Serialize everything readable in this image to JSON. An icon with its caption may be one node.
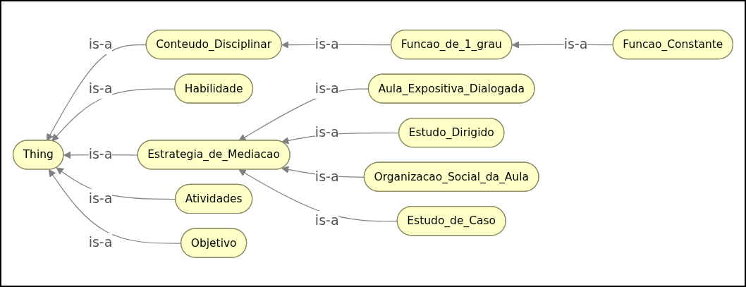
{
  "diagram": {
    "nodes": [
      {
        "text": [
          "Thing"
        ]
      },
      {
        "text": [
          "Conteudo_Disciplinar"
        ]
      },
      {
        "text": [
          "Habilidade"
        ]
      },
      {
        "text": [
          "Estrategia_de_Mediacao"
        ]
      },
      {
        "text": [
          "Atividades"
        ]
      },
      {
        "text": [
          "Objetivo"
        ]
      },
      {
        "text": [
          "Funcao_de_1_grau"
        ]
      },
      {
        "text": [
          "Funcao_Constante"
        ]
      },
      {
        "text": [
          "Aula_Expositiva_Dialogada"
        ]
      },
      {
        "text": [
          "Estudo_Dirigido"
        ]
      },
      {
        "text": [
          "Organizacao_Social_da_Aula"
        ]
      },
      {
        "text": [
          "Estudo_de_Caso"
        ]
      }
    ],
    "edges": [
      {
        "from": 1,
        "to": 0,
        "arrow": "to",
        "label": "is-a"
      },
      {
        "from": 2,
        "to": 0,
        "arrow": "to",
        "label": "is-a"
      },
      {
        "from": 3,
        "to": 0,
        "arrow": "to",
        "label": "is-a"
      },
      {
        "from": 4,
        "to": 0,
        "arrow": "to",
        "label": "is-a"
      },
      {
        "from": 5,
        "to": 0,
        "arrow": "to",
        "label": "is-a"
      },
      {
        "from": 6,
        "to": 1,
        "arrow": "to",
        "label": "is-a"
      },
      {
        "from": 7,
        "to": 6,
        "arrow": "to",
        "label": "is-a"
      },
      {
        "from": 8,
        "to": 3,
        "arrow": "to",
        "label": "is-a"
      },
      {
        "from": 9,
        "to": 3,
        "arrow": "to",
        "label": "is-a"
      },
      {
        "from": 10,
        "to": 3,
        "arrow": "to",
        "label": "is-a"
      },
      {
        "from": 11,
        "to": 3,
        "arrow": "to",
        "label": "is-a"
      }
    ]
  }
}
